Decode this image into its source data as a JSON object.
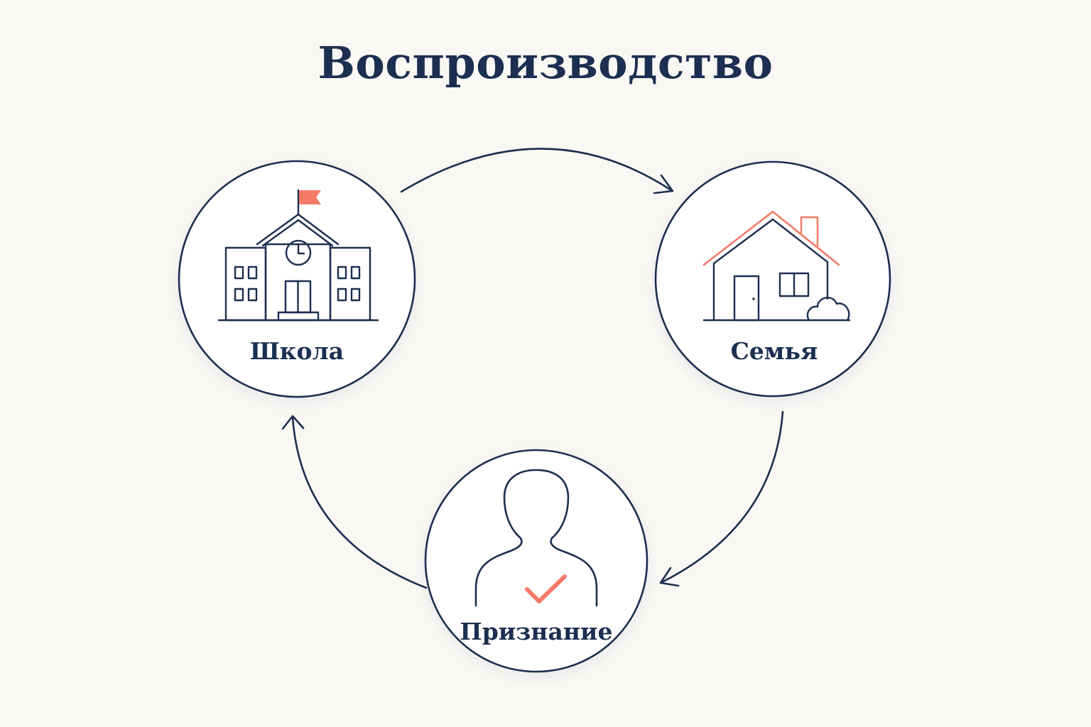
{
  "title": "Воспроизводство",
  "colors": {
    "ink": "#1c2f50",
    "accent": "#f47a68",
    "background": "#faf8f5",
    "circle_fill": "#ffffff"
  },
  "nodes": [
    {
      "id": "school",
      "label": "Школа",
      "icon": "school-building-icon"
    },
    {
      "id": "family",
      "label": "Семья",
      "icon": "house-icon"
    },
    {
      "id": "recognition",
      "label": "Признание",
      "icon": "person-check-icon"
    }
  ],
  "edges": [
    {
      "from": "school",
      "to": "family"
    },
    {
      "from": "family",
      "to": "recognition"
    },
    {
      "from": "recognition",
      "to": "school"
    }
  ]
}
